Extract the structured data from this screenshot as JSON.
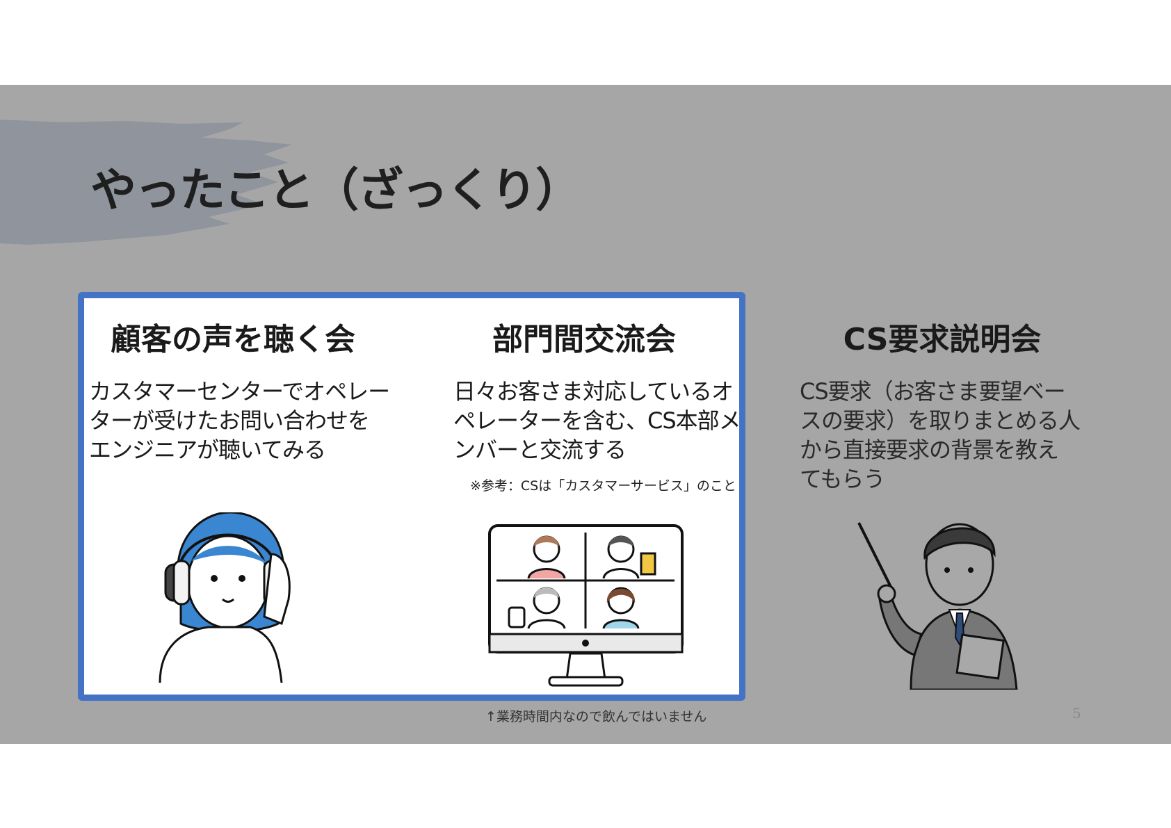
{
  "slide": {
    "title": "やったこと（ざっくり）",
    "page_number": "5",
    "footnote": "↑業務時間内なので飲んではいません"
  },
  "columns": [
    {
      "heading": "顧客の声を聴く会",
      "lines": [
        "カスタマーセンターでオペレー",
        "ターが受けたお問い合わせを",
        "エンジニアが聴いてみる"
      ],
      "illustration": "headset-listener"
    },
    {
      "heading": "部門間交流会",
      "lines": [
        "日々お客さま対応しているオ",
        "ペレーターを含む、CS本部メ",
        "ンバーと交流する"
      ],
      "note": "※参考：CSは「カスタマーサービス」のこと",
      "illustration": "online-meeting-monitor"
    },
    {
      "heading": "CS要求説明会",
      "lines": [
        "CS要求（お客さま要望ベー",
        "スの要求）を取りまとめる人",
        "から直接要求の背景を教え",
        "てもらう"
      ],
      "illustration": "presenter-with-pointer"
    }
  ],
  "colors": {
    "highlight_border": "#4472c4",
    "slide_bg": "#a6a6a6",
    "brush": "#8f949d"
  }
}
